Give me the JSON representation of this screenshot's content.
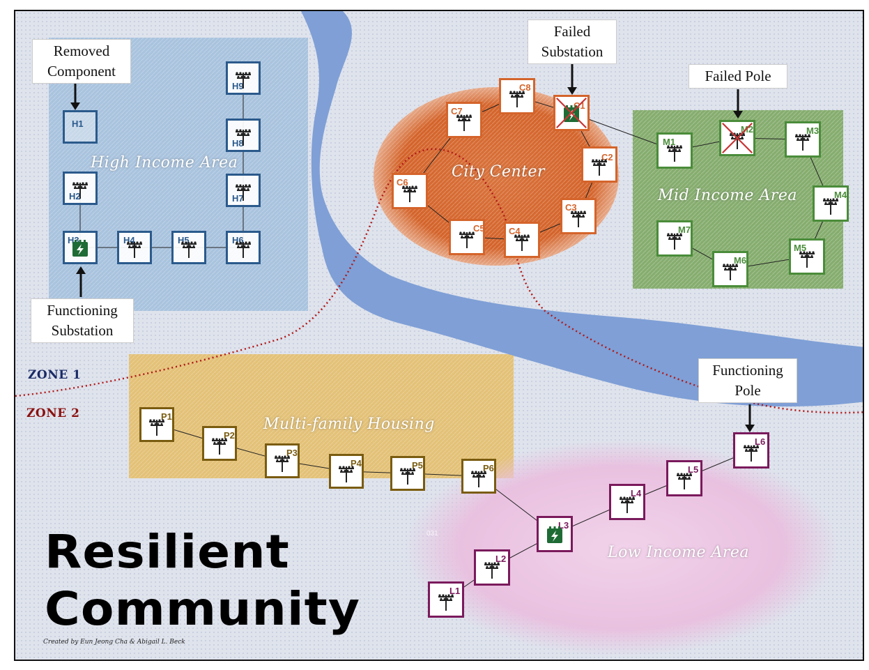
{
  "title_lines": [
    "Resilient",
    "Community"
  ],
  "credit": "Created by Eun Jeong Cha & Abigail L. Beck",
  "zones": {
    "zone1": "ZONE 1",
    "zone2": "ZONE 2"
  },
  "areas": {
    "high": "High Income Area",
    "city": "City Center",
    "mid": "Mid Income Area",
    "multi": "Multi-family Housing",
    "low": "Low Income Area"
  },
  "callouts": {
    "removed": "Removed\nComponent",
    "functioning_substation": "Functioning\nSubstation",
    "failed_substation": "Failed\nSubstation",
    "failed_pole": "Failed Pole",
    "functioning_pole": "Functioning\nPole"
  },
  "faint_text": "031",
  "colors": {
    "high": "#2b5a8c",
    "city": "#d4642b",
    "mid": "#4a8c3a",
    "multi": "#7a5c10",
    "low": "#7a1a5c",
    "river": "#7f9fd6",
    "zone_line": "#b01818",
    "zone1_text": "#1a2a66",
    "zone2_text": "#8a1010",
    "substation": "#1f6b35",
    "fail_x": "#c83434"
  },
  "nodes": [
    {
      "id": "H1",
      "area": "high",
      "type": "removed"
    },
    {
      "id": "H2",
      "area": "high",
      "type": "pole"
    },
    {
      "id": "H3",
      "area": "high",
      "type": "substation"
    },
    {
      "id": "H4",
      "area": "high",
      "type": "pole"
    },
    {
      "id": "H5",
      "area": "high",
      "type": "pole"
    },
    {
      "id": "H6",
      "area": "high",
      "type": "pole"
    },
    {
      "id": "H7",
      "area": "high",
      "type": "pole"
    },
    {
      "id": "H8",
      "area": "high",
      "type": "pole"
    },
    {
      "id": "H9",
      "area": "high",
      "type": "pole"
    },
    {
      "id": "C1",
      "area": "city",
      "type": "failed-substation"
    },
    {
      "id": "C2",
      "area": "city",
      "type": "pole"
    },
    {
      "id": "C3",
      "area": "city",
      "type": "pole"
    },
    {
      "id": "C4",
      "area": "city",
      "type": "pole"
    },
    {
      "id": "C5",
      "area": "city",
      "type": "pole"
    },
    {
      "id": "C6",
      "area": "city",
      "type": "pole"
    },
    {
      "id": "C7",
      "area": "city",
      "type": "pole"
    },
    {
      "id": "C8",
      "area": "city",
      "type": "pole"
    },
    {
      "id": "M1",
      "area": "mid",
      "type": "pole"
    },
    {
      "id": "M2",
      "area": "mid",
      "type": "failed-pole"
    },
    {
      "id": "M3",
      "area": "mid",
      "type": "pole"
    },
    {
      "id": "M4",
      "area": "mid",
      "type": "pole"
    },
    {
      "id": "M5",
      "area": "mid",
      "type": "pole"
    },
    {
      "id": "M6",
      "area": "mid",
      "type": "pole"
    },
    {
      "id": "M7",
      "area": "mid",
      "type": "pole"
    },
    {
      "id": "P1",
      "area": "multi",
      "type": "pole"
    },
    {
      "id": "P2",
      "area": "multi",
      "type": "pole"
    },
    {
      "id": "P3",
      "area": "multi",
      "type": "pole"
    },
    {
      "id": "P4",
      "area": "multi",
      "type": "pole"
    },
    {
      "id": "P5",
      "area": "multi",
      "type": "pole"
    },
    {
      "id": "P6",
      "area": "multi",
      "type": "pole"
    },
    {
      "id": "L1",
      "area": "low",
      "type": "pole"
    },
    {
      "id": "L2",
      "area": "low",
      "type": "pole"
    },
    {
      "id": "L3",
      "area": "low",
      "type": "substation"
    },
    {
      "id": "L4",
      "area": "low",
      "type": "pole"
    },
    {
      "id": "L5",
      "area": "low",
      "type": "pole"
    },
    {
      "id": "L6",
      "area": "low",
      "type": "pole"
    }
  ],
  "edges": [
    [
      "H2",
      "H3"
    ],
    [
      "H3",
      "H4"
    ],
    [
      "H4",
      "H5"
    ],
    [
      "H5",
      "H6"
    ],
    [
      "H6",
      "H7"
    ],
    [
      "H7",
      "H8"
    ],
    [
      "H8",
      "H9"
    ],
    [
      "C1",
      "C2"
    ],
    [
      "C2",
      "C3"
    ],
    [
      "C3",
      "C4"
    ],
    [
      "C4",
      "C5"
    ],
    [
      "C5",
      "C6"
    ],
    [
      "C6",
      "C7"
    ],
    [
      "C7",
      "C8"
    ],
    [
      "C8",
      "C1"
    ],
    [
      "C1",
      "M1"
    ],
    [
      "M1",
      "M2"
    ],
    [
      "M2",
      "M3"
    ],
    [
      "M3",
      "M4"
    ],
    [
      "M4",
      "M5"
    ],
    [
      "M5",
      "M6"
    ],
    [
      "M6",
      "M7"
    ],
    [
      "P1",
      "P2"
    ],
    [
      "P2",
      "P3"
    ],
    [
      "P3",
      "P4"
    ],
    [
      "P4",
      "P5"
    ],
    [
      "P5",
      "P6"
    ],
    [
      "P6",
      "L3"
    ],
    [
      "L1",
      "L2"
    ],
    [
      "L2",
      "L3"
    ],
    [
      "L3",
      "L4"
    ],
    [
      "L4",
      "L5"
    ],
    [
      "L5",
      "L6"
    ]
  ]
}
